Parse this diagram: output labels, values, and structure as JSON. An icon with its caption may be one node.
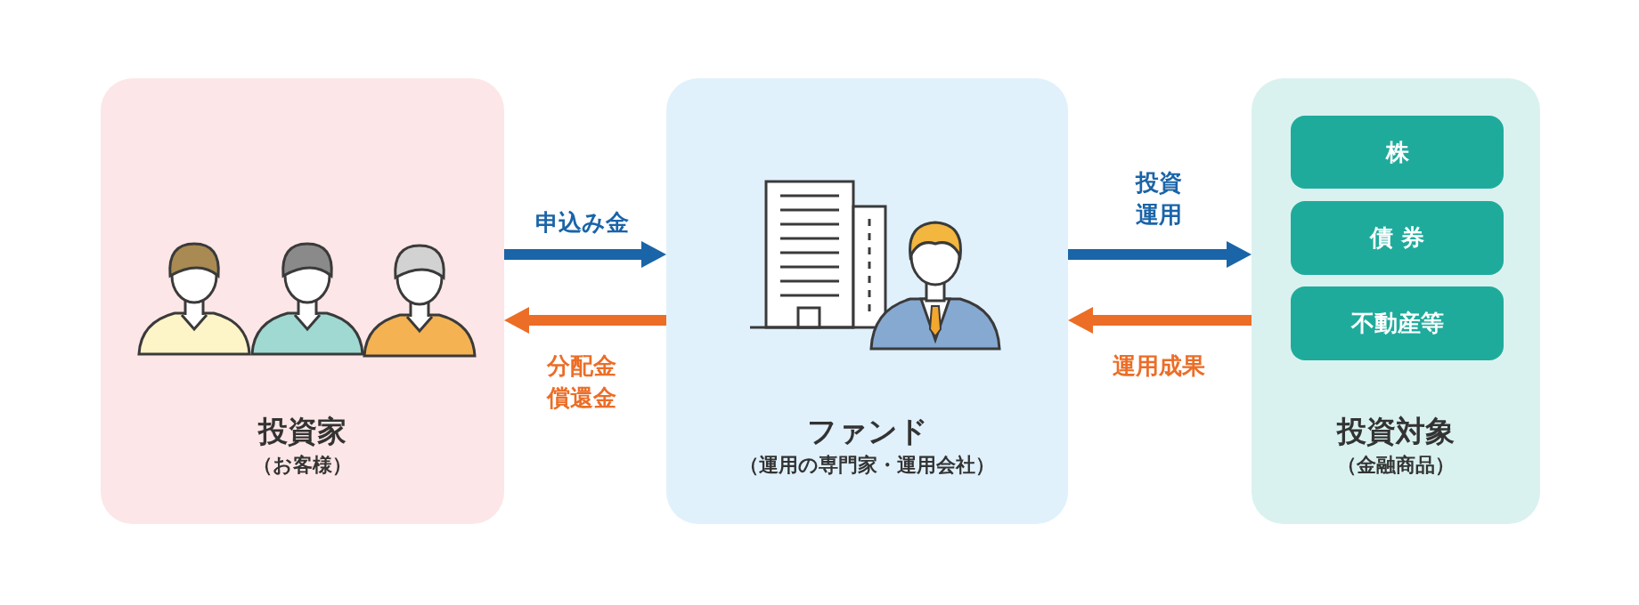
{
  "diagram": {
    "nodes": [
      {
        "text": [
          "投資家",
          "（お客様）"
        ]
      },
      {
        "text": [
          "ファンド",
          "（運用の専門家・運用会社）"
        ]
      },
      {
        "text": [
          "投資対象",
          "（金融商品）"
        ]
      },
      {
        "text": [
          "株"
        ],
        "in": 2
      },
      {
        "text": [
          "債 券"
        ],
        "in": 2
      },
      {
        "text": [
          "不動産等"
        ],
        "in": 2
      }
    ],
    "edges": [
      {
        "from": 0,
        "to": 1,
        "arrow": "to",
        "label": "申込み金",
        "color": "#1a64a8"
      },
      {
        "from": 1,
        "to": 0,
        "arrow": "to",
        "label": "分配金償還金",
        "color": "#ec6d26"
      },
      {
        "from": 1,
        "to": 2,
        "arrow": "to",
        "label": "投資運用",
        "color": "#1a64a8"
      },
      {
        "from": 2,
        "to": 1,
        "arrow": "to",
        "label": "運用成果",
        "color": "#ec6d26"
      }
    ]
  }
}
